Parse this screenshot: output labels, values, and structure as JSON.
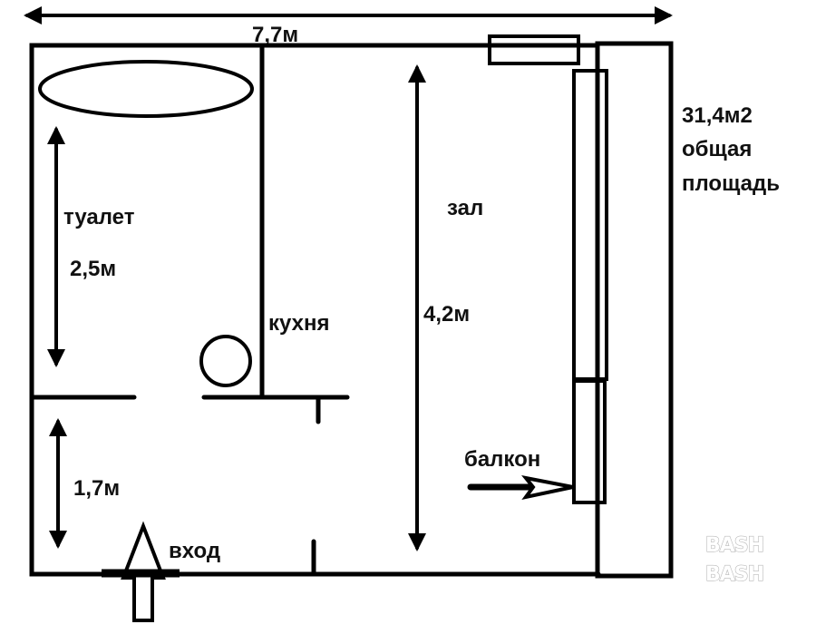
{
  "labels": {
    "total_width": "7,7м",
    "total_area": [
      "31,4м2",
      "общая",
      "площадь"
    ],
    "toilet": "туалет",
    "toilet_length": "2,5м",
    "kitchen": "кухня",
    "hall": "зал",
    "hall_length": "4,2м",
    "hallway_length": "1,7м",
    "entrance": "вход",
    "balcony": "балкон"
  },
  "watermark": [
    "BASH",
    "BASH"
  ]
}
